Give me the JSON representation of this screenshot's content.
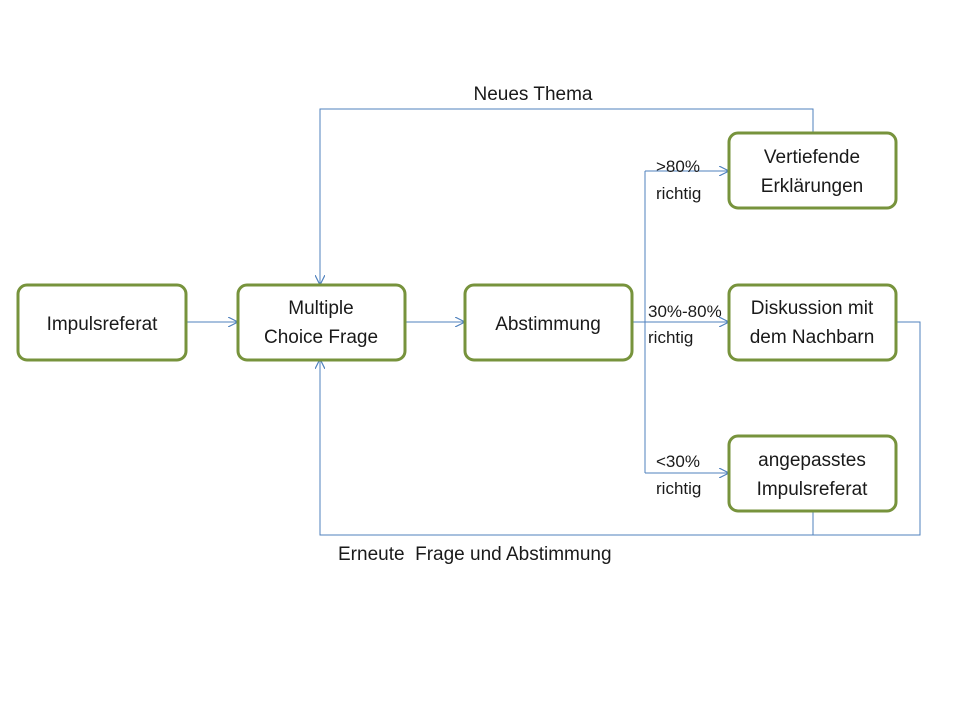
{
  "diagram": {
    "nodes": {
      "impulsreferat": {
        "line1": "Impulsreferat"
      },
      "multiple_choice": {
        "line1": "Multiple",
        "line2": "Choice Frage"
      },
      "abstimmung": {
        "line1": "Abstimmung"
      },
      "vertiefende": {
        "line1": "Vertiefende",
        "line2": "Erklärungen"
      },
      "diskussion": {
        "line1": "Diskussion mit",
        "line2": "dem Nachbarn"
      },
      "angepasstes": {
        "line1": "angepasstes",
        "line2": "Impulsreferat"
      }
    },
    "edge_labels": {
      "high_1": ">80%",
      "high_2": "richtig",
      "mid_1": "30%-80%",
      "mid_2": "richtig",
      "low_1": "<30%",
      "low_2": "richtig",
      "new_topic": "Neues Thema",
      "repeat": "Erneute  Frage und Abstimmung"
    },
    "colors": {
      "node_border": "#77933c",
      "connector": "#4f81bd"
    }
  }
}
